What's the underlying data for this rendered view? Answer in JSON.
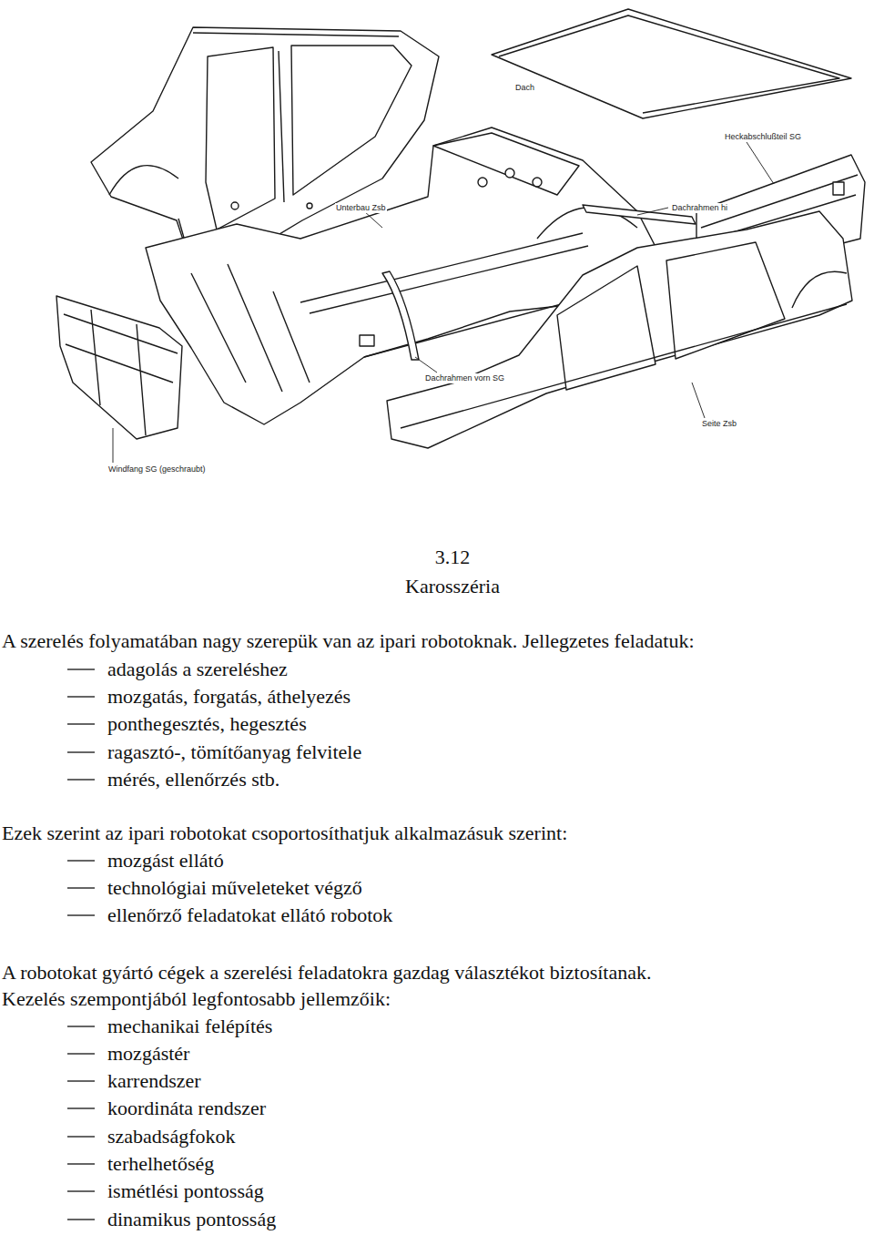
{
  "diagram": {
    "caption": "3.12 Karosszéria",
    "labels": [
      "Dach",
      "Heckabschlußteil SG",
      "Unterbau Zsb",
      "Dachrahmen hi",
      "Dachrahmen vorn SG",
      "Seite Zsb",
      "Windfang SG (geschraubt)",
      "A szerelés folyamatában nagy szerepük van az ipari robotoknak. Jellegzetes feladatuk:",
      "adagolás a szereléshez",
      "mozgatás, forgatás, áthelyezés",
      "ponthegesztés, hegesztés",
      "ragasztó-, tömítőanyag felvitele",
      "mérés, ellenőrzés stb.",
      "Ezek szerint az ipari robotokat csoportosíthatjuk alkalmazásuk szerint:",
      "mozgást ellátó",
      "technológiai műveleteket végző",
      "ellenőrző feladatokat ellátó robotok",
      "A robotokat gyártó cégek a szerelési feladatokra gazdag választékot biztosítanak.",
      "Kezelés szempontjából legfontosabb jellemzőik:",
      "mechanikai felépítés",
      "mozgástér",
      "karrendszer",
      "koordináta rendszer",
      "szabadságfokok",
      "terhelhetőség",
      "ismétlési pontosság",
      "dinamikus pontosság"
    ]
  }
}
